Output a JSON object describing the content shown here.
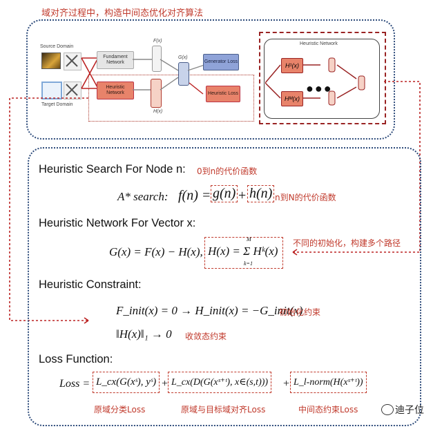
{
  "top": {
    "title": "域对齐过程中，构造中间态优化对齐算法",
    "labels": {
      "source_domain": "Source Domain",
      "target_domain": "Target Domain",
      "fundament_network": "Fundament Network",
      "heuristic_network": "Heuristic Network",
      "generator_loss": "Generator Loss",
      "heuristic_loss": "Heuristic Loss",
      "heuristic_network_panel": "Heuristic Network",
      "fx": "F(x)",
      "gx": "G(x)",
      "hx": "H(x)",
      "h1": "H¹(x)",
      "hm": "Hᴹ(x)"
    }
  },
  "sections": {
    "search": {
      "heading": "Heuristic Search For Node n:",
      "note": "0到n的代价函数",
      "eq_left": "A* search:",
      "eq_f": "f(n) =",
      "eq_g": "g(n)",
      "plus": "+",
      "eq_h": "h(n)",
      "note2": "n到N的代价函数"
    },
    "network": {
      "heading": "Heuristic Network For Vector x:",
      "eq_main": "G(x) = F(x) − H(x),",
      "eq_boxed": "H(x) = Σ Hᵏ(x)",
      "sum_top": "M",
      "sum_bottom": "k=1",
      "note": "不同的初始化，构建多个路径"
    },
    "constraint": {
      "heading": "Heuristic  Constraint:",
      "eq1": "F_init(x) = 0 → H_init(x) = −G_init(x)",
      "note1": "初始化约束",
      "eq2": "‖H(x)‖₁ → 0",
      "note2": "收敛态约束"
    },
    "loss": {
      "heading": "Loss Function:",
      "lhs": "Loss =",
      "term1": "L_cx(G(xˢ), yˢ)",
      "plus1": "+",
      "term2": "L_cx(D(G(xˢ⁺ᵗ), x∈(s,t)))",
      "plus2": "+",
      "term3": "L_l-norm(H(xˢ⁺ᵗ))",
      "label1": "原域分类Loss",
      "label2": "原域与目标域对齐Loss",
      "label3": "中间态约束Loss"
    }
  },
  "watermark": "迪子位"
}
